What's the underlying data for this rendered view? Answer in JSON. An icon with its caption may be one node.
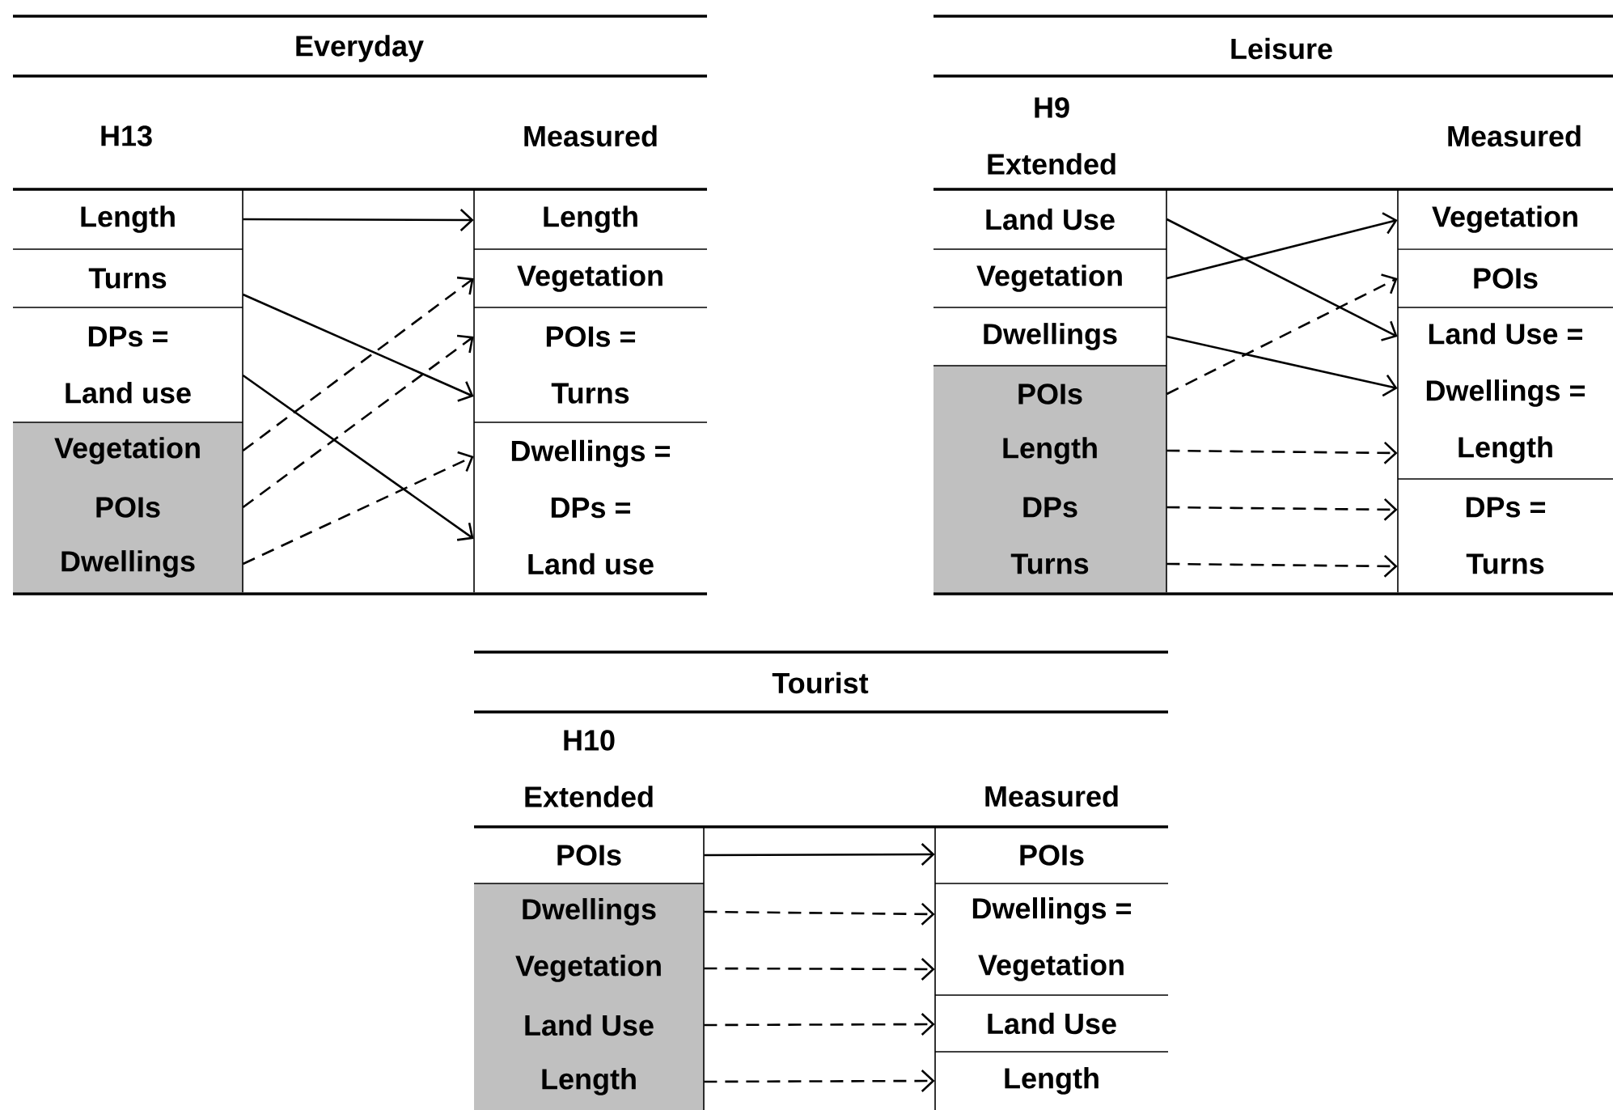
{
  "diagram": {
    "nodes": [
      {
        "text": [
          "Length"
        ]
      },
      {
        "text": [
          "Turns"
        ]
      },
      {
        "text": [
          "DPs =",
          "Land use"
        ]
      },
      {
        "text": [],
        "shape": "box"
      },
      {
        "text": [
          "Vegetation"
        ],
        "in": 3
      },
      {
        "text": [
          "POIs"
        ],
        "in": 3
      },
      {
        "text": [
          "Dwellings"
        ],
        "in": 3
      },
      {
        "text": [
          "Length"
        ]
      },
      {
        "text": [
          "Vegetation"
        ]
      },
      {
        "text": [
          "POIs =",
          "Turns"
        ]
      },
      {
        "text": [
          "Dwellings =",
          "DPs =",
          "Land use"
        ]
      },
      {
        "text": [
          "Land Use"
        ]
      },
      {
        "text": [
          "Vegetation"
        ]
      },
      {
        "text": [
          "Dwellings"
        ]
      },
      {
        "text": [],
        "shape": "box"
      },
      {
        "text": [
          "POIs"
        ],
        "in": 14
      },
      {
        "text": [
          "Length"
        ],
        "in": 14
      },
      {
        "text": [
          "DPs"
        ],
        "in": 14
      },
      {
        "text": [
          "Turns"
        ],
        "in": 14
      },
      {
        "text": [
          "Vegetation"
        ]
      },
      {
        "text": [
          "POIs"
        ]
      },
      {
        "text": [
          "Land Use =",
          "Dwellings =",
          "Length"
        ]
      },
      {
        "text": [
          "DPs =",
          "Turns"
        ]
      },
      {
        "text": [
          "POIs"
        ]
      },
      {
        "text": [],
        "shape": "box"
      },
      {
        "text": [
          "Dwellings"
        ],
        "in": 24
      },
      {
        "text": [
          "Vegetation"
        ],
        "in": 24
      },
      {
        "text": [
          "Land Use"
        ],
        "in": 24
      },
      {
        "text": [
          "Length"
        ],
        "in": 24
      },
      {
        "text": [
          "POIs"
        ]
      },
      {
        "text": [
          "Dwellings =",
          "Vegetation"
        ]
      },
      {
        "text": [
          "Land Use"
        ]
      },
      {
        "text": [
          "Length"
        ]
      }
    ],
    "edges": [
      {
        "from": 0,
        "to": 7,
        "arrow": "to"
      },
      {
        "from": 1,
        "to": 9,
        "arrow": "to"
      },
      {
        "from": 2,
        "to": 10,
        "arrow": "to"
      },
      {
        "from": 4,
        "to": 8,
        "arrow": "to",
        "style": "dashed"
      },
      {
        "from": 5,
        "to": 9,
        "arrow": "to",
        "style": "dashed"
      },
      {
        "from": 6,
        "to": 10,
        "arrow": "to",
        "style": "dashed"
      },
      {
        "from": 11,
        "to": 21,
        "arrow": "to"
      },
      {
        "from": 12,
        "to": 19,
        "arrow": "to"
      },
      {
        "from": 13,
        "to": 21,
        "arrow": "to"
      },
      {
        "from": 15,
        "to": 20,
        "arrow": "to",
        "style": "dashed"
      },
      {
        "from": 16,
        "to": 21,
        "arrow": "to",
        "style": "dashed"
      },
      {
        "from": 17,
        "to": 22,
        "arrow": "to",
        "style": "dashed"
      },
      {
        "from": 18,
        "to": 22,
        "arrow": "to",
        "style": "dashed"
      },
      {
        "from": 23,
        "to": 29,
        "arrow": "to"
      },
      {
        "from": 25,
        "to": 30,
        "arrow": "to",
        "style": "dashed"
      },
      {
        "from": 26,
        "to": 30,
        "arrow": "to",
        "style": "dashed"
      },
      {
        "from": 27,
        "to": 31,
        "arrow": "to",
        "style": "dashed"
      },
      {
        "from": 28,
        "to": 32,
        "arrow": "to",
        "style": "dashed"
      }
    ],
    "labels": [
      "Everyday",
      "H13",
      "Measured",
      "Leisure",
      "H9 Extended",
      "Measured",
      "Tourist",
      "H10 Extended",
      "Measured"
    ]
  }
}
